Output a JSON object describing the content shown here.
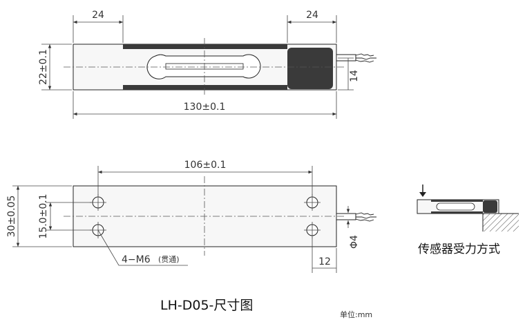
{
  "diagram": {
    "title": "LH-D05-尺寸图",
    "unit": "单位:mm",
    "top_view": {
      "dim_left": "24",
      "dim_right": "24",
      "dim_height": "22±0.1",
      "dim_cable": "14",
      "dim_length": "130±0.1"
    },
    "front_view": {
      "dim_holes": "106±0.1",
      "dim_height": "30±0.05",
      "dim_hole_spacing": "15.0±0.1",
      "dim_edge": "12",
      "dim_cable_dia": "Φ4",
      "hole_note": "4−M6",
      "hole_note_detail": "(贯通)"
    },
    "force_label": "传感器受力方式"
  },
  "colors": {
    "body_fill": "#f7f7f7",
    "dark_fill": "#3a3a3a",
    "line": "#222222"
  }
}
